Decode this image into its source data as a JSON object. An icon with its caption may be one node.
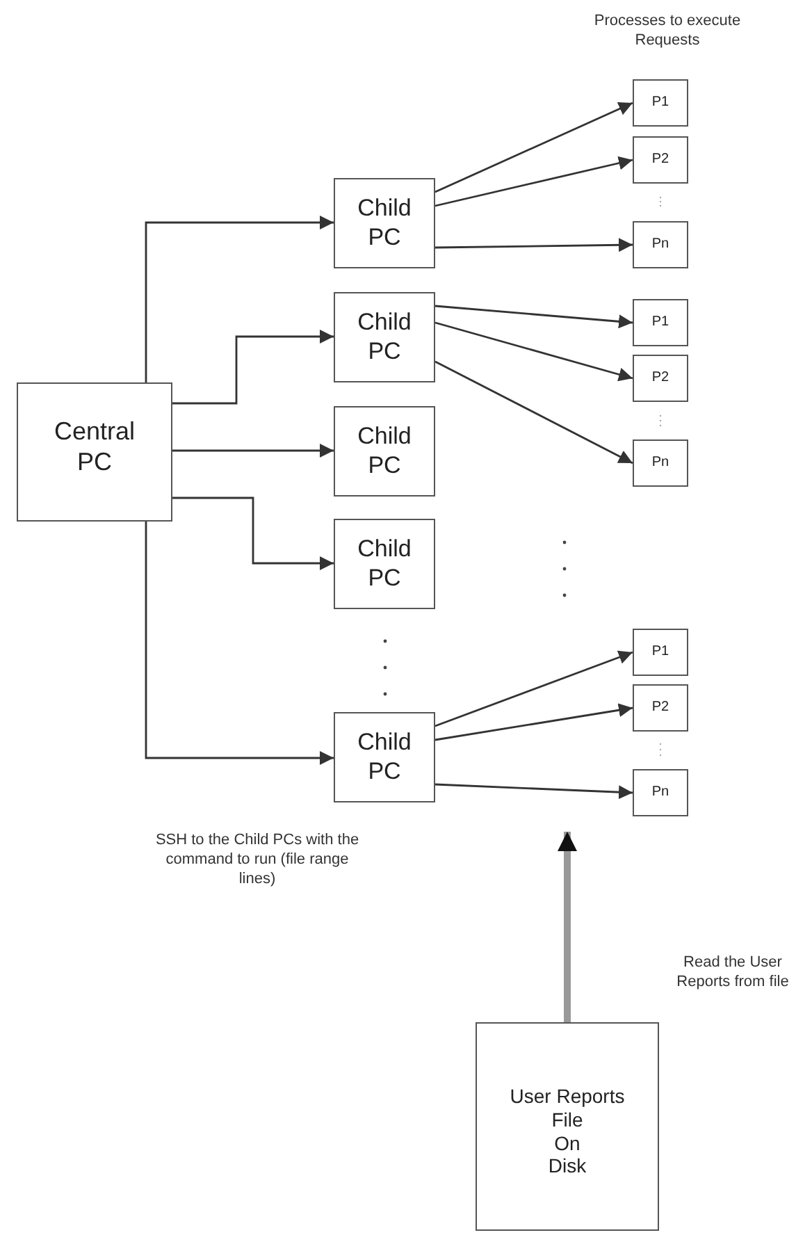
{
  "diagram": {
    "nodes": [
      {
        "text": [
          "Central PC"
        ]
      },
      {
        "text": [
          "Child PC"
        ]
      },
      {
        "text": [
          "Child PC"
        ]
      },
      {
        "text": [
          "Child PC"
        ]
      },
      {
        "text": [
          "Child PC"
        ]
      },
      {
        "text": [
          "Child PC"
        ]
      },
      {
        "text": [
          "P1"
        ]
      },
      {
        "text": [
          "P2"
        ]
      },
      {
        "text": [
          "Pn"
        ]
      },
      {
        "text": [
          "P1"
        ]
      },
      {
        "text": [
          "P2"
        ]
      },
      {
        "text": [
          "Pn"
        ]
      },
      {
        "text": [
          "P1"
        ]
      },
      {
        "text": [
          "P2"
        ]
      },
      {
        "text": [
          "Pn"
        ]
      },
      {
        "text": [
          "User Reports File On Disk"
        ]
      }
    ],
    "edges": [
      {
        "from": 0,
        "to": 1,
        "arrow": "to"
      },
      {
        "from": 0,
        "to": 2,
        "arrow": "to"
      },
      {
        "from": 0,
        "to": 3,
        "arrow": "to"
      },
      {
        "from": 0,
        "to": 4,
        "arrow": "to"
      },
      {
        "from": 0,
        "to": 5,
        "arrow": "to"
      },
      {
        "from": 1,
        "to": 6,
        "arrow": "to"
      },
      {
        "from": 1,
        "to": 7,
        "arrow": "to"
      },
      {
        "from": 1,
        "to": 8,
        "arrow": "to"
      },
      {
        "from": 2,
        "to": 9,
        "arrow": "to"
      },
      {
        "from": 2,
        "to": 10,
        "arrow": "to"
      },
      {
        "from": 2,
        "to": 11,
        "arrow": "to"
      },
      {
        "from": 5,
        "to": 12,
        "arrow": "to"
      },
      {
        "from": 5,
        "to": 13,
        "arrow": "to"
      },
      {
        "from": 5,
        "to": 14,
        "arrow": "to"
      },
      {
        "from": 15,
        "to": null,
        "arrow": "to",
        "style": "thick",
        "color": "#999999"
      }
    ],
    "labels": [
      "Processes to execute Requests",
      "SSH to the Child PCs with the command to run (file range lines)",
      "Read the User Reports from file"
    ]
  }
}
